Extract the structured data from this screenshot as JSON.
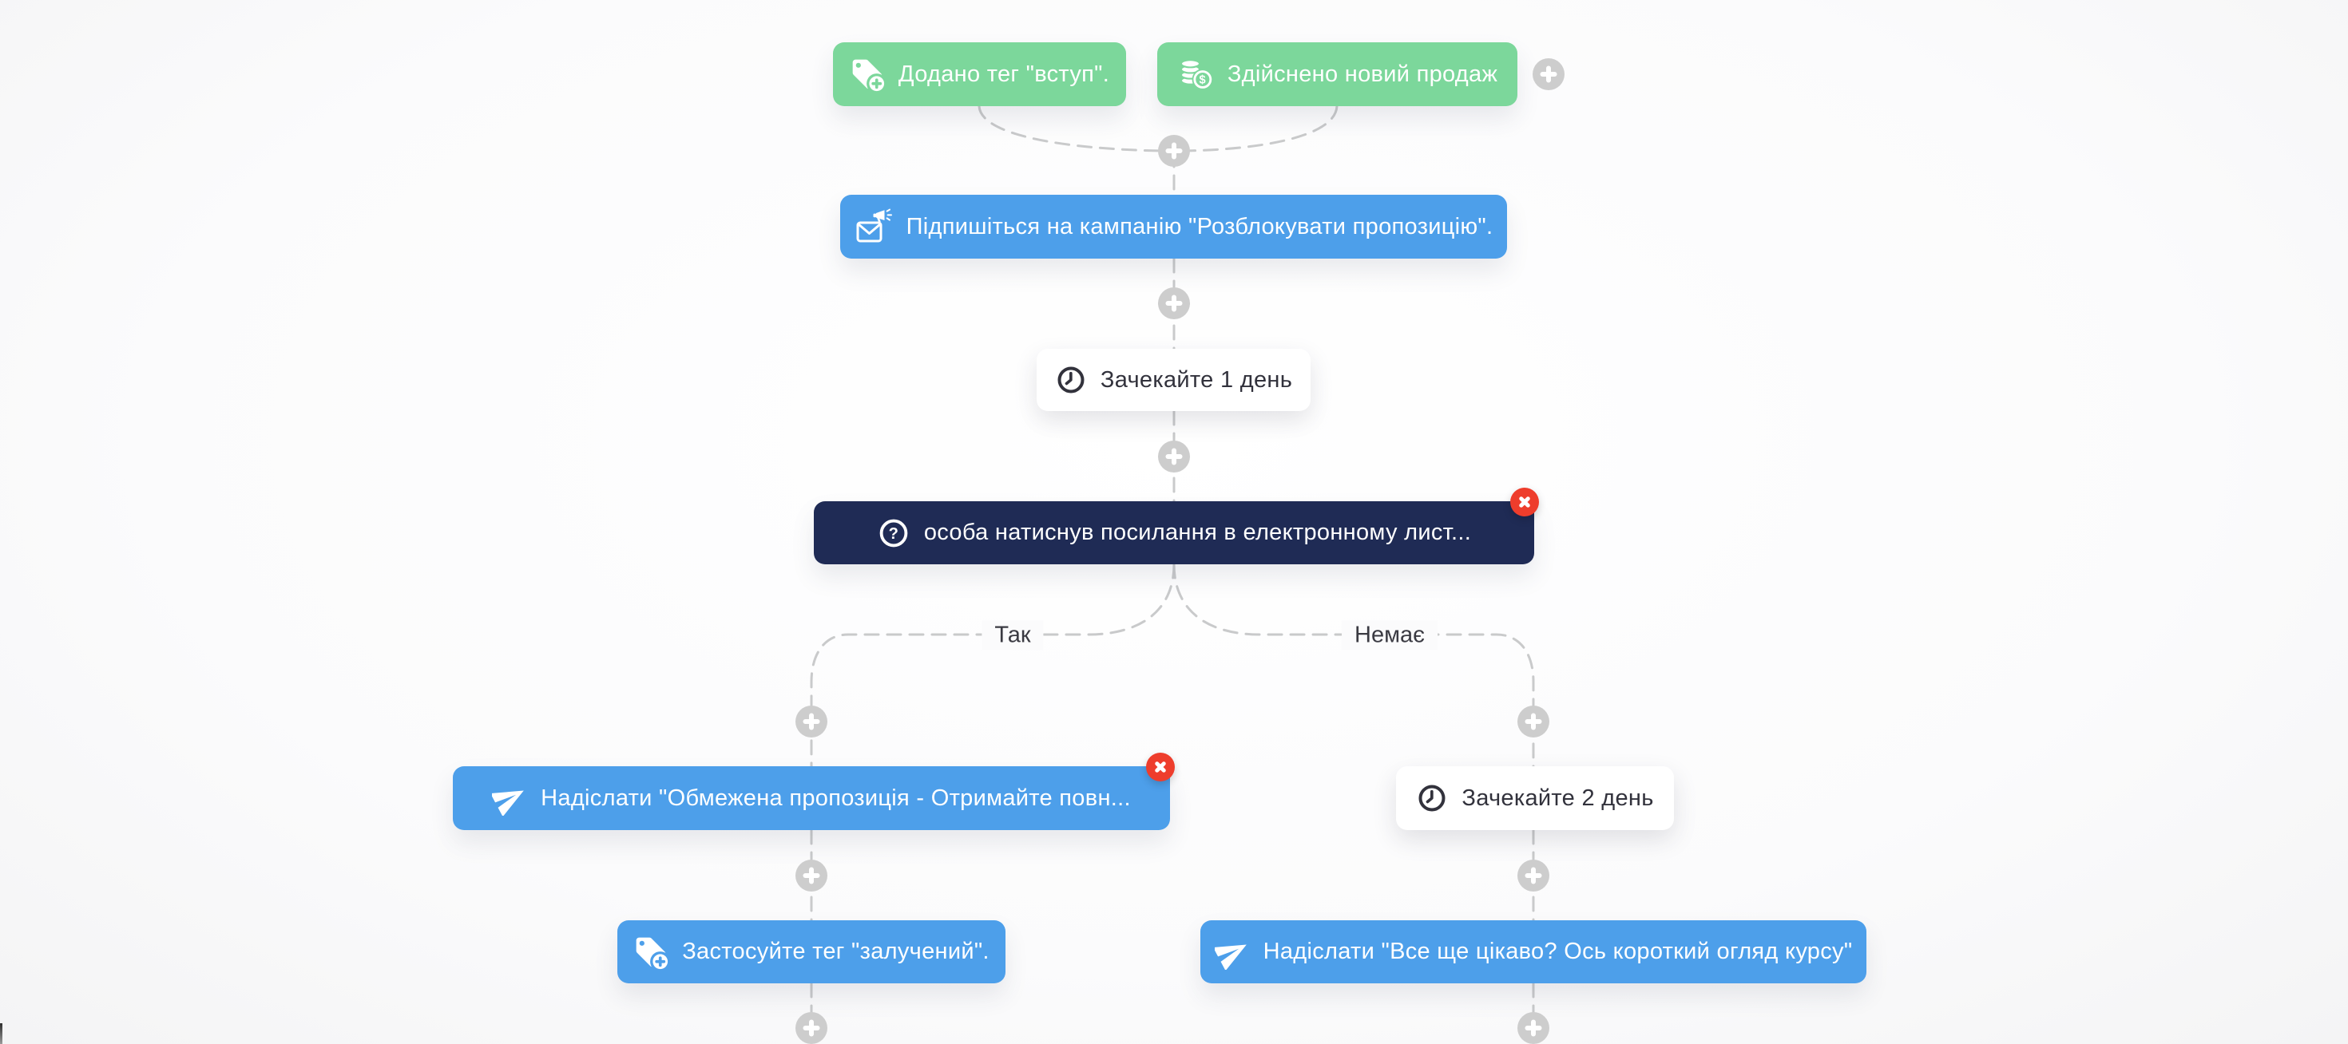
{
  "app": {
    "name": "email automation workflow builder"
  },
  "colors": {
    "background": "#fbfbfc",
    "trigger_green": "#7cd79b",
    "action_blue": "#4d9fea",
    "condition_navy": "#1f2b55",
    "wait_white": "#ffffff",
    "wait_text": "#32323c",
    "connector_gray": "#c9cacb",
    "plus_gray": "#cdcdcd",
    "delete_red": "#ee3d2c"
  },
  "nodes": {
    "trigger_tag": {
      "label": "Додано тег \"вступ\".",
      "icon": "tag-add-icon",
      "type": "trigger"
    },
    "trigger_sale": {
      "label": "Здійснено новий продаж",
      "icon": "coins-sale-icon",
      "type": "trigger"
    },
    "campaign": {
      "label": "Підпишіться на кампанію \"Розблокувати пропозицію\".",
      "icon": "campaign-email-icon",
      "type": "action"
    },
    "wait_1": {
      "label": "Зачекайте 1 день",
      "icon": "clock-icon",
      "type": "wait"
    },
    "condition": {
      "label": "особа натиснув посилання в електронному лист...",
      "icon": "question-icon",
      "type": "condition"
    },
    "send_offer": {
      "label": "Надіслати \"Обмежена пропозиція - Отримайте повн...",
      "icon": "send-plane-icon",
      "type": "action"
    },
    "wait_2": {
      "label": "Зачекайте 2 день",
      "icon": "clock-icon",
      "type": "wait"
    },
    "apply_tag": {
      "label": "Застосуйте тег \"залучений\".",
      "icon": "tag-add-icon",
      "type": "action"
    },
    "send_recap": {
      "label": "Надіслати \"Все ще цікаво? Ось короткий огляд курсу\"",
      "icon": "send-plane-icon",
      "type": "action"
    }
  },
  "branch_labels": {
    "yes": "Так",
    "no": "Немає"
  }
}
